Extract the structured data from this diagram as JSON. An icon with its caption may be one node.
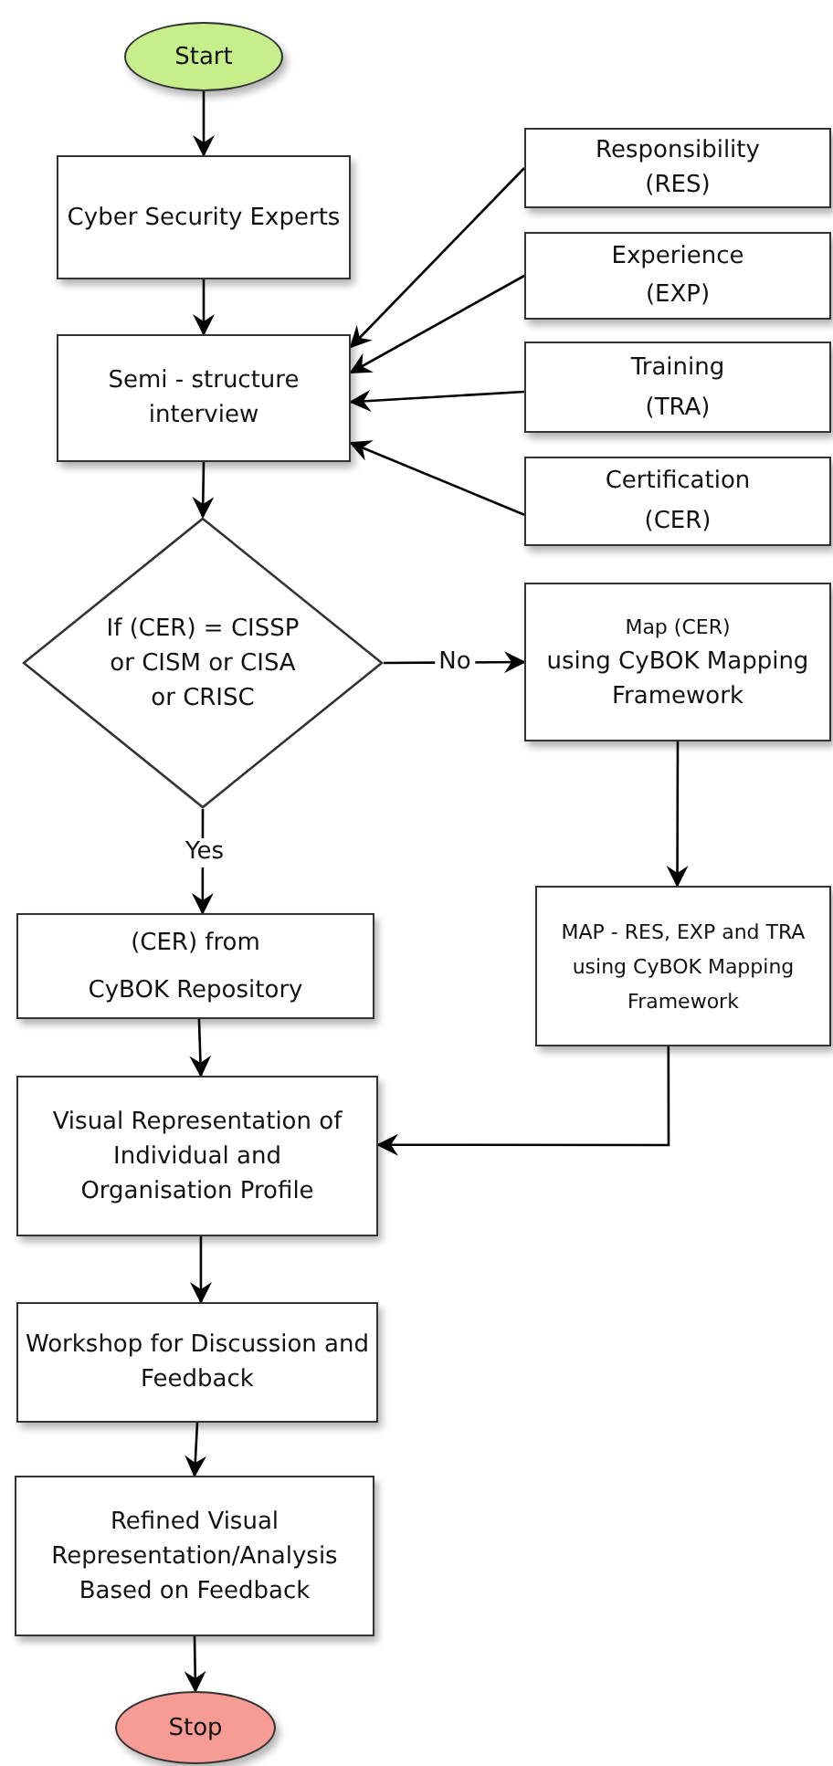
{
  "diagram": {
    "nodes": [
      {
        "text": [
          "Start"
        ]
      },
      {
        "text": [
          "Cyber Security Experts"
        ]
      },
      {
        "text": [
          "Responsibility",
          "(RES)"
        ]
      },
      {
        "text": [
          "Experience",
          "(EXP)"
        ]
      },
      {
        "text": [
          "Semi - structure interview"
        ]
      },
      {
        "text": [
          "Training",
          "(TRA)"
        ]
      },
      {
        "text": [
          "Certification",
          "(CER)"
        ]
      },
      {
        "text": [
          "If (CER) = CISSP or CISM or CISA or CRISC"
        ]
      },
      {
        "text": [
          "Map (CER)",
          "using CyBOK Mapping Framework"
        ]
      },
      {
        "text": [
          "(CER) from",
          "CyBOK Repository"
        ]
      },
      {
        "text": [
          "MAP -  RES, EXP and TRA using CyBOK Mapping Framework"
        ]
      },
      {
        "text": [
          "Visual Representation of Individual and Organisation Profile"
        ]
      },
      {
        "text": [
          "Workshop for Discussion and Feedback"
        ]
      },
      {
        "text": [
          "Refined Visual Representation/Analysis Based on Feedback"
        ]
      },
      {
        "text": [
          "Stop"
        ]
      }
    ],
    "edges": [
      {
        "from": 0,
        "to": 1,
        "arrow": "to"
      },
      {
        "from": 1,
        "to": 4,
        "arrow": "to"
      },
      {
        "from": 2,
        "to": 4,
        "arrow": "to"
      },
      {
        "from": 3,
        "to": 4,
        "arrow": "to"
      },
      {
        "from": 5,
        "to": 4,
        "arrow": "to"
      },
      {
        "from": 6,
        "to": 4,
        "arrow": "to"
      },
      {
        "from": 4,
        "to": 7,
        "arrow": "to"
      },
      {
        "from": 7,
        "to": 8,
        "arrow": "to",
        "label": "No"
      },
      {
        "from": 7,
        "to": 9,
        "arrow": "to",
        "label": "Yes"
      },
      {
        "from": 8,
        "to": 10,
        "arrow": "to"
      },
      {
        "from": 10,
        "to": 11,
        "arrow": "to"
      },
      {
        "from": 9,
        "to": 11,
        "arrow": "to"
      },
      {
        "from": 11,
        "to": 12,
        "arrow": "to"
      },
      {
        "from": 12,
        "to": 13,
        "arrow": "to"
      },
      {
        "from": 13,
        "to": 14,
        "arrow": "to"
      }
    ]
  }
}
